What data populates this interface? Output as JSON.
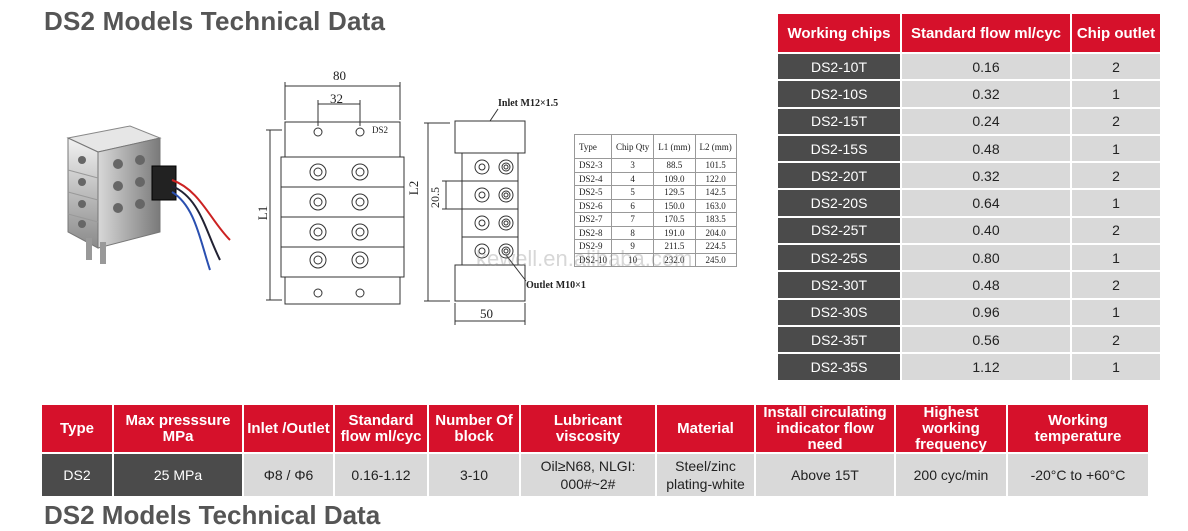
{
  "page": {
    "title": "DS2 Models Technical Data",
    "cut_title": "DS2 Models Technical Data",
    "watermark": "kewell.en.alibaba.com"
  },
  "drawing": {
    "width_label": "80",
    "hole_spacing_label": "32",
    "model_label": "DS2",
    "l1_label": "L1",
    "l2_label": "L2",
    "pitch_label": "20.5",
    "inlet_label": "Inlet M12×1.5",
    "outlet_label": "Outlet M10×1",
    "side_width_label": "50"
  },
  "spec_table": {
    "headers": [
      "Type",
      "Chip Qty",
      "L1 (mm)",
      "L2 (mm)"
    ],
    "rows": [
      [
        "DS2-3",
        "3",
        "88.5",
        "101.5"
      ],
      [
        "DS2-4",
        "4",
        "109.0",
        "122.0"
      ],
      [
        "DS2-5",
        "5",
        "129.5",
        "142.5"
      ],
      [
        "DS2-6",
        "6",
        "150.0",
        "163.0"
      ],
      [
        "DS2-7",
        "7",
        "170.5",
        "183.5"
      ],
      [
        "DS2-8",
        "8",
        "191.0",
        "204.0"
      ],
      [
        "DS2-9",
        "9",
        "211.5",
        "224.5"
      ],
      [
        "DS2-10",
        "10",
        "232.0",
        "245.0"
      ]
    ]
  },
  "flow_table": {
    "headers": [
      "Working chips",
      "Standard flow ml/cyc",
      "Chip outlet"
    ],
    "rows": [
      [
        "DS2-10T",
        "0.16",
        "2"
      ],
      [
        "DS2-10S",
        "0.32",
        "1"
      ],
      [
        "DS2-15T",
        "0.24",
        "2"
      ],
      [
        "DS2-15S",
        "0.48",
        "1"
      ],
      [
        "DS2-20T",
        "0.32",
        "2"
      ],
      [
        "DS2-20S",
        "0.64",
        "1"
      ],
      [
        "DS2-25T",
        "0.40",
        "2"
      ],
      [
        "DS2-25S",
        "0.80",
        "1"
      ],
      [
        "DS2-30T",
        "0.48",
        "2"
      ],
      [
        "DS2-30S",
        "0.96",
        "1"
      ],
      [
        "DS2-35T",
        "0.56",
        "2"
      ],
      [
        "DS2-35S",
        "1.12",
        "1"
      ]
    ]
  },
  "bottom_table": {
    "headers": [
      "Type",
      "Max presssure MPa",
      "Inlet /Outlet",
      "Standard flow ml/cyc",
      "Number Of block",
      "Lubricant viscosity",
      "Material",
      "Install circulating indicator flow  need",
      "Highest working frequency",
      "Working temperature"
    ],
    "row": [
      "DS2",
      "25 MPa",
      "Φ8 / Φ6",
      "0.16-1.12",
      "3-10",
      "Oil≥N68, NLGI: 000#~2#",
      "Steel/zinc plating-white",
      "Above 15T",
      "200 cyc/min",
      "-20°C to +60°C"
    ]
  },
  "colors": {
    "header_red": "#d6112b",
    "dark_cell": "#4b4b4b",
    "light_cell": "#d9d9d9"
  }
}
